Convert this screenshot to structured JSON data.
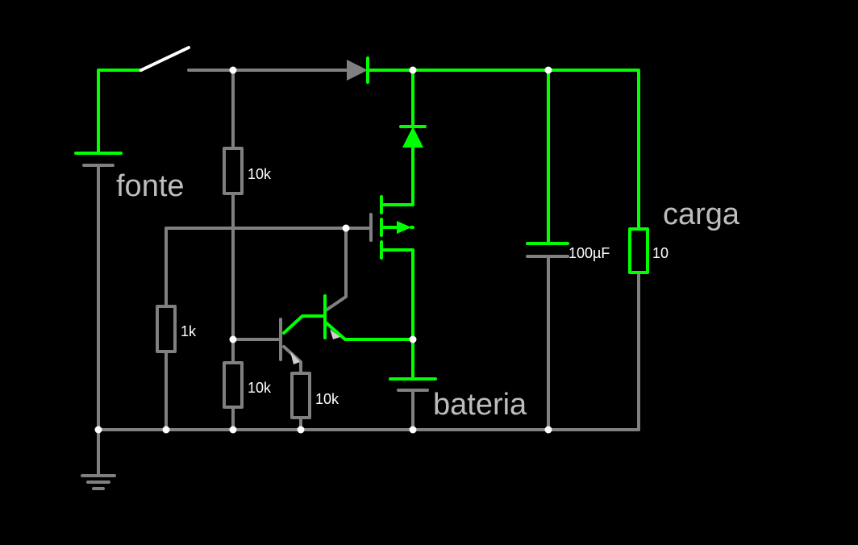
{
  "colors": {
    "background": "#000000",
    "active_wire": "#00ff00",
    "inactive_wire": "#808080",
    "node": "#ffffff",
    "big_label": "#bdbdbd",
    "value_label": "#ffffff"
  },
  "labels": {
    "fonte": "fonte",
    "carga": "carga",
    "bateria": "bateria"
  },
  "values": {
    "r_top": "10k",
    "r_left": "1k",
    "r_bottom_mid": "10k",
    "r_emitter": "10k",
    "cap": "100µF",
    "load": "10"
  }
}
